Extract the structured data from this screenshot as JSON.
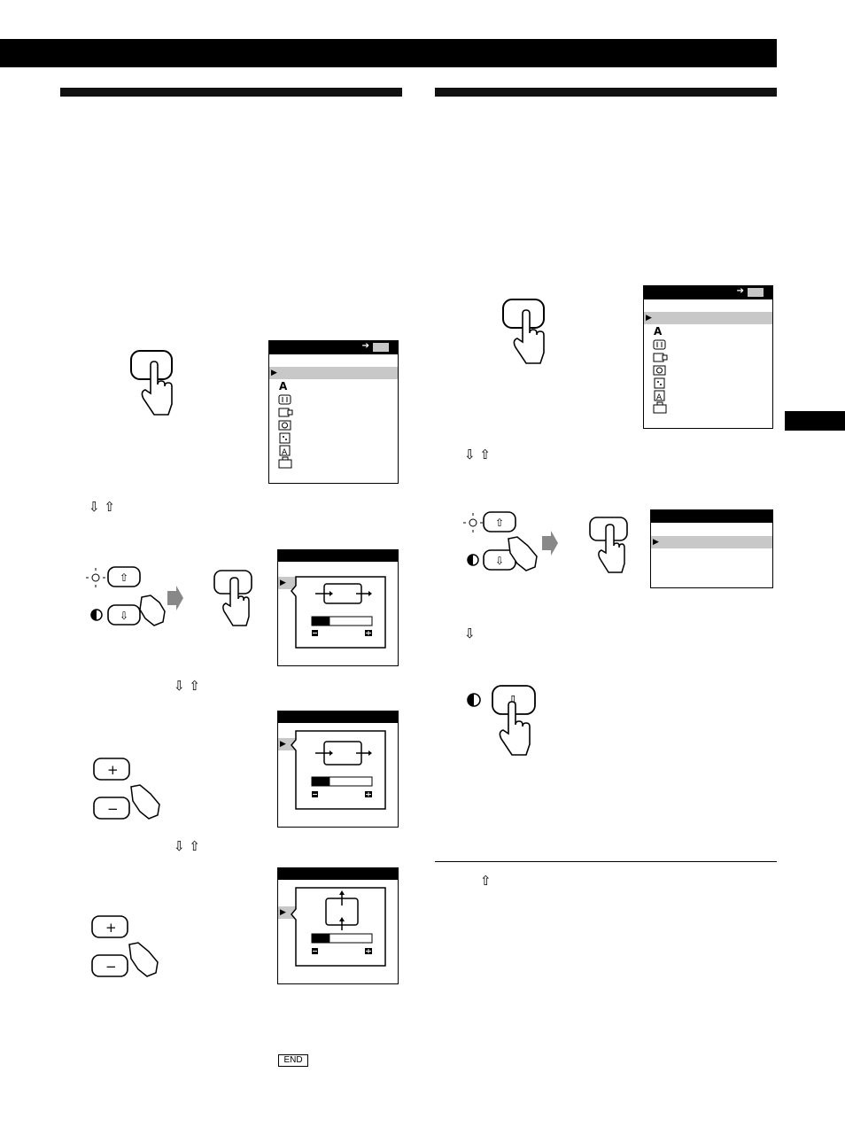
{
  "arrows": {
    "down_up": "⇩ ⇧",
    "down": "⇩",
    "up": "⇧"
  },
  "end_key": "END",
  "icons": {
    "menu_list": [
      "lang-icon",
      "size-icon",
      "center-icon",
      "geometry-icon",
      "convergence-icon",
      "option-icon",
      "toolbox-icon"
    ],
    "hand": "pointing-hand-icon",
    "brightness": "sun-icon",
    "contrast": "contrast-icon"
  },
  "colors": {
    "bar": "#000000",
    "highlight": "#c8c8c8"
  },
  "indicators": {
    "menu_selected_row": 1,
    "level_bars": [
      0.3,
      0.3,
      0.3
    ]
  }
}
